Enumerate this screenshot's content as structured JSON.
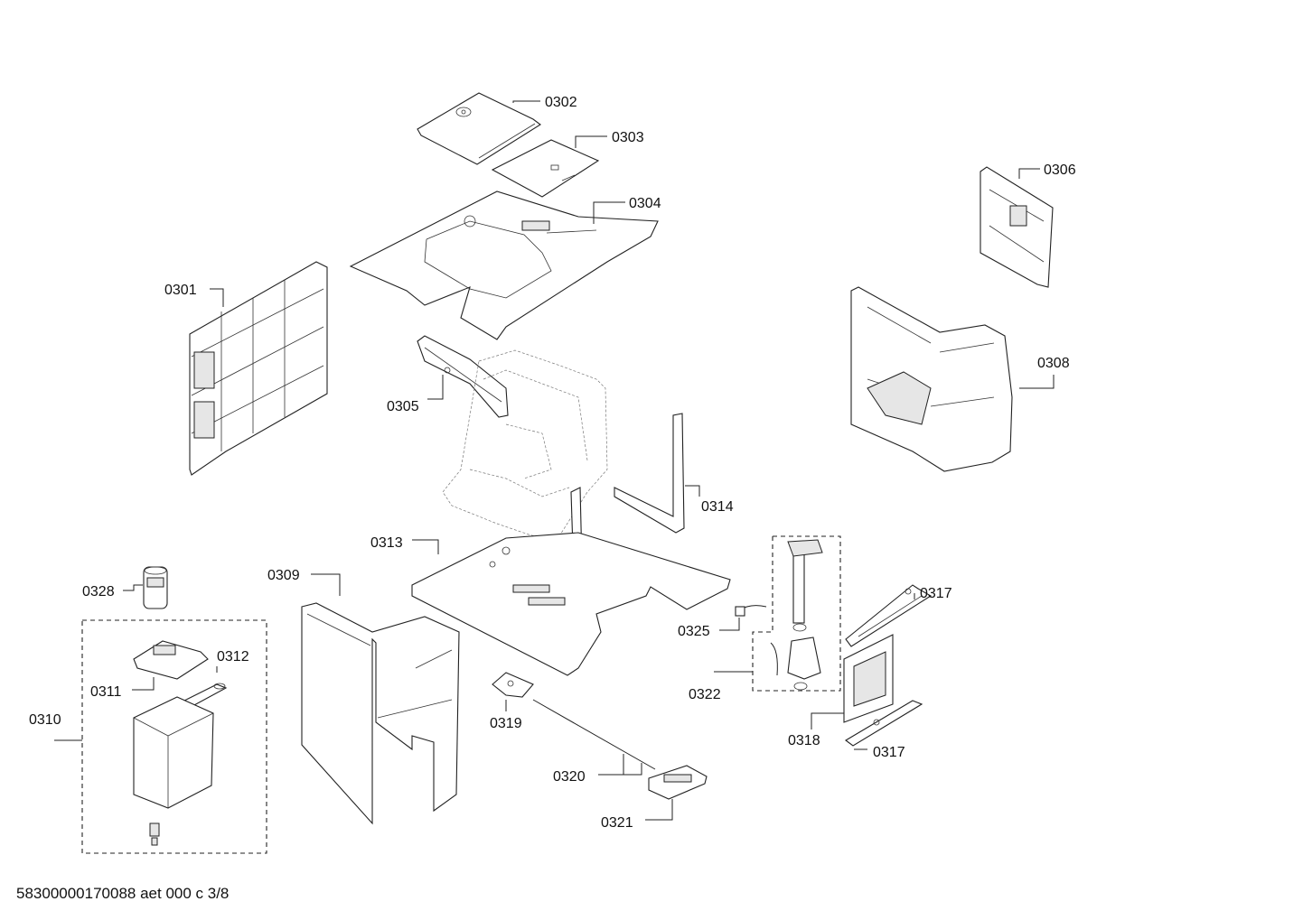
{
  "labels": {
    "p0301": "0301",
    "p0302": "0302",
    "p0303": "0303",
    "p0304": "0304",
    "p0305": "0305",
    "p0306": "0306",
    "p0308": "0308",
    "p0309": "0309",
    "p0310": "0310",
    "p0311": "0311",
    "p0312": "0312",
    "p0313": "0313",
    "p0314a": "0314",
    "p0314b": "0314",
    "p0317a": "0317",
    "p0317b": "0317",
    "p0318": "0318",
    "p0319": "0319",
    "p0320": "0320",
    "p0321": "0321",
    "p0322": "0322",
    "p0325": "0325",
    "p0328": "0328"
  },
  "footer": {
    "code": "58300000170088 aet 000 c 3/8"
  }
}
